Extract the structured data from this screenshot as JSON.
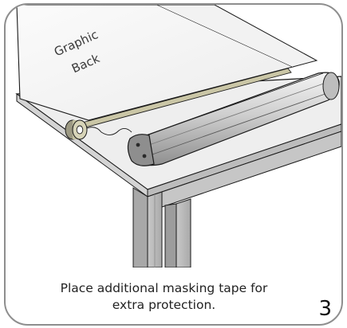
{
  "graphic_label": {
    "line1": "Graphic",
    "line2": "Back"
  },
  "caption": {
    "line1": "Place additional masking tape for",
    "line2": "extra protection."
  },
  "step_number": "3",
  "colors": {
    "frame_border": "#8e8e8e",
    "table_top": "#eeeeee",
    "table_leg": "#bdbdbd",
    "cassette": "#d6d6d6",
    "tape": "#c8c4a2",
    "outline": "#1a1a1a"
  }
}
